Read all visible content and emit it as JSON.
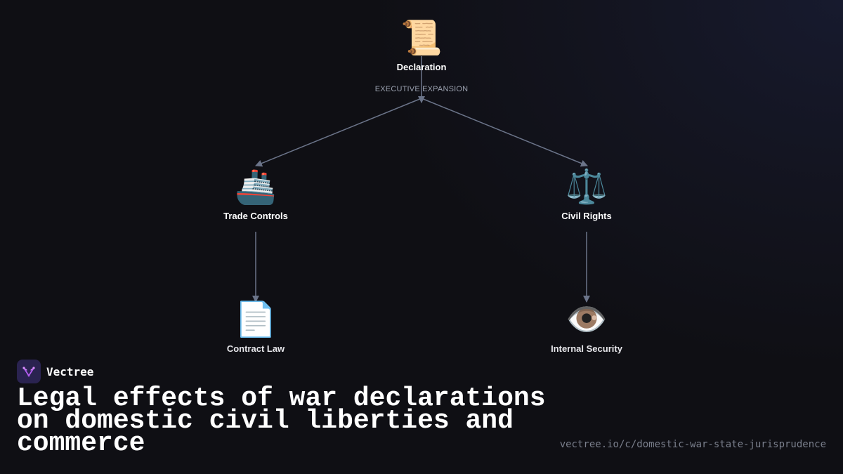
{
  "diagram": {
    "nodes": [
      {
        "id": "declaration",
        "label": "Declaration",
        "icon": "scroll-icon",
        "glyph": "📜"
      },
      {
        "id": "trade",
        "label": "Trade Controls",
        "icon": "ship-icon",
        "glyph": "🚢"
      },
      {
        "id": "civil",
        "label": "Civil Rights",
        "icon": "scales-icon",
        "glyph": "⚖️"
      },
      {
        "id": "contract",
        "label": "Contract Law",
        "icon": "document-icon",
        "glyph": "📄"
      },
      {
        "id": "security",
        "label": "Internal Security",
        "icon": "eye-icon",
        "glyph": "👁️"
      }
    ],
    "edges": [
      {
        "from": "declaration",
        "to": "trade"
      },
      {
        "from": "declaration",
        "to": "civil"
      },
      {
        "from": "trade",
        "to": "contract"
      },
      {
        "from": "civil",
        "to": "security"
      }
    ],
    "edge_label": "EXECUTIVE EXPANSION",
    "colors": {
      "edge": "#6b7489",
      "background": "#0f0f14",
      "text": "#ffffff"
    }
  },
  "brand": {
    "name": "Vectree",
    "logo_icon": "vectree-logo-icon",
    "accent": "#b25cf0"
  },
  "title": "Legal effects of war declarations on domestic civil liberties and commerce",
  "url": "vectree.io/c/domestic-war-state-jurisprudence"
}
